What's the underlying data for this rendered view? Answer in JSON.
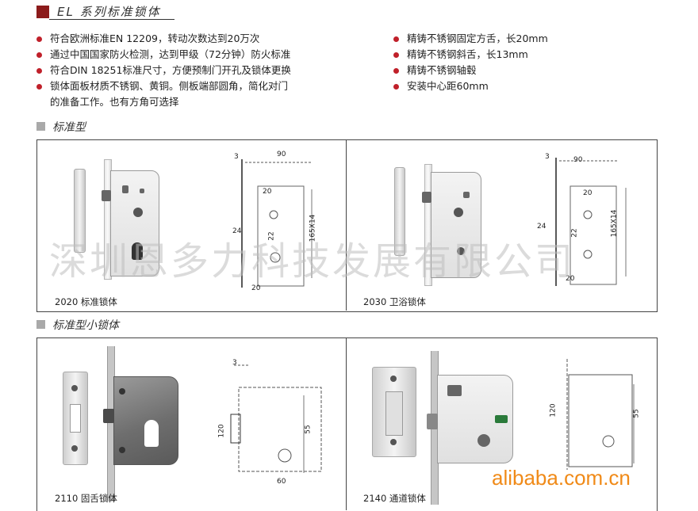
{
  "header": {
    "title": "EL 系列标准锁体"
  },
  "features_left": [
    "符合欧洲标准EN 12209，转动次数达到20万次",
    "通过中国国家防火检测，达到甲级（72分钟）防火标准",
    "符合DIN 18251标准尺寸，方便预制门开孔及锁体更换",
    "锁体面板材质不锈钢、黄铜。侧板端部圆角，简化对门"
  ],
  "features_left_continuation": "的准备工作。也有方角可选择",
  "features_right": [
    "精铸不锈钢固定方舌，长20mm",
    "精铸不锈钢斜舌，长13mm",
    "精铸不锈钢轴毂",
    "安装中心距60mm"
  ],
  "sections": {
    "standard": {
      "label": "标准型"
    },
    "small": {
      "label": "标准型小锁体"
    }
  },
  "products": [
    {
      "caption": "2020 标准锁体",
      "dims": {
        "backset": "90",
        "a": "3",
        "b": "20",
        "c": "24",
        "height": "165X14",
        "d": "22",
        "e": "20"
      }
    },
    {
      "caption": "2030 卫浴锁体",
      "dims": {
        "backset": "90",
        "a": "3",
        "b": "20",
        "c": "24",
        "height": "165X14",
        "d": "22",
        "e": "20"
      }
    },
    {
      "caption": "2110 固舌锁体",
      "dims": {
        "a": "3",
        "height": "120",
        "b": "60",
        "c": "55"
      }
    },
    {
      "caption": "2140 通道锁体",
      "dims": {
        "height": "120",
        "b": "55"
      }
    }
  ],
  "watermarks": {
    "company": "深圳恩多力科技发展有限公司",
    "site": "alibaba.com.cn"
  },
  "colors": {
    "accent_red": "#c0202a",
    "header_block": "#8c1b1b",
    "section_square": "#a9a9a9",
    "alibaba_orange": "#f08a18"
  }
}
